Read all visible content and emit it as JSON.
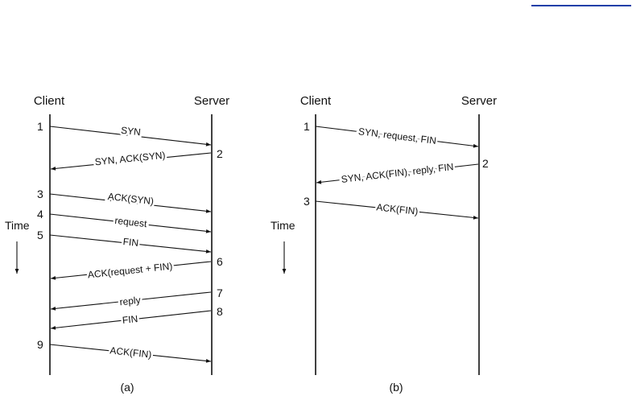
{
  "colors": {
    "ink": "#111111",
    "link": "#1a3fa8",
    "background": "#ffffff"
  },
  "panel_a": {
    "client_label": "Client",
    "server_label": "Server",
    "time_label": "Time",
    "caption": "(a)",
    "steps": {
      "s1": "1",
      "s2": "2",
      "s3": "3",
      "s4": "4",
      "s5": "5",
      "s6": "6",
      "s7": "7",
      "s8": "8",
      "s9": "9"
    },
    "messages": {
      "syn": "SYN",
      "syn_ack": "SYN, ACK(SYN)",
      "ack_syn": "ACK(SYN)",
      "request": "request",
      "fin": "FIN",
      "ack_request_fin": "ACK(request + FIN)",
      "reply": "reply",
      "server_fin": "FIN",
      "ack_fin": "ACK(FIN)"
    }
  },
  "panel_b": {
    "client_label": "Client",
    "server_label": "Server",
    "time_label": "Time",
    "caption": "(b)",
    "steps": {
      "s1": "1",
      "s2": "2",
      "s3": "3"
    },
    "messages": {
      "syn_request_fin": "SYN, request, FIN",
      "syn_ack_reply_fin": "SYN, ACK(FIN), reply, FIN",
      "ack_fin": "ACK(FIN)"
    }
  }
}
